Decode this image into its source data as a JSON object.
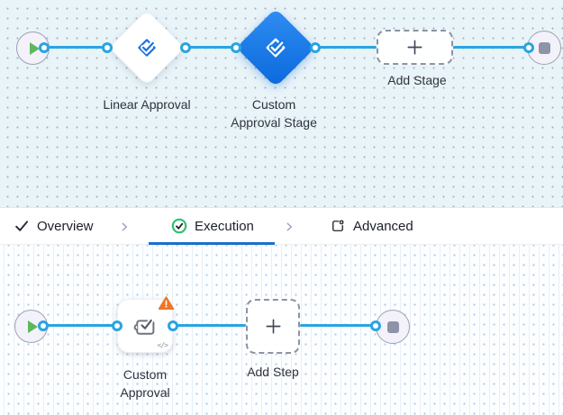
{
  "colors": {
    "connector_blue": "#29a4e2",
    "selected_stage_blue": "#1577e6",
    "approval_icon_blue": "#2170e0",
    "warning_orange": "#ee7624",
    "execution_green": "#2fbf71",
    "active_tab_underline": "#1a6fd0",
    "play_green": "#5cb85c",
    "stop_gray": "#8e93a7",
    "stage_canvas_bg": "#e9f4f9",
    "step_canvas_bg": "#fdfeff"
  },
  "icons": {
    "start": "play-triangle",
    "end": "stop-square",
    "approval_stage": "diamond-with-check",
    "custom_approval_step": "puzzle-with-check",
    "warning": "exclamation-triangle",
    "add": "plus",
    "overview": "checkmark",
    "execution": "check-in-green-circle",
    "advanced": "box-with-gear",
    "separator": "chevron-right",
    "code": "</>"
  },
  "stage_pipeline": {
    "linear_approval_label": "Linear Approval",
    "custom_approval_stage_label": "Custom Approval Stage",
    "add_stage_label": "Add Stage"
  },
  "tab_bar": {
    "overview_label": "Overview",
    "execution_label": "Execution",
    "advanced_label": "Advanced"
  },
  "step_pipeline": {
    "custom_approval_label": "Custom Approval",
    "add_step_label": "Add Step",
    "code_glyph": "</>"
  }
}
